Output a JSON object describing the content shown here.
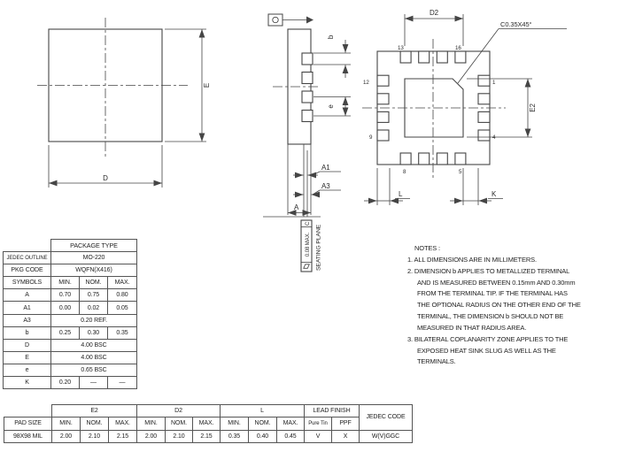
{
  "drawing": {
    "top_view": {
      "dim_d": "D",
      "dim_e": "E"
    },
    "side_view": {
      "dim_b": "b",
      "dim_e_pitch": "e",
      "dim_a1": "A1",
      "dim_a3": "A3",
      "dim_a": "A",
      "flatness_tolerance": "0.08 MAX.",
      "flatness_datum": "C",
      "seating_plane_label": "SEATING PLANE"
    },
    "bottom_view": {
      "dim_d2": "D2",
      "dim_e2": "E2",
      "dim_l": "L",
      "dim_k": "K",
      "chamfer_callout": "C0.35X45°",
      "pin_labels": [
        "13",
        "16",
        "12",
        "9",
        "1",
        "4",
        "8",
        "5"
      ]
    },
    "line_color": "#454545"
  },
  "package_table": {
    "title": "PACKAGE TYPE",
    "jedec_outline_label": "JEDEC OUTLINE",
    "jedec_outline_value": "MO-220",
    "pkg_code_label": "PKG CODE",
    "pkg_code_value": "WQFN(X416)",
    "symbols_label": "SYMBOLS",
    "col_labels": [
      "MIN.",
      "NOM.",
      "MAX."
    ],
    "rows": [
      {
        "sym": "A",
        "min": "0.70",
        "nom": "0.75",
        "max": "0.80"
      },
      {
        "sym": "A1",
        "min": "0.00",
        "nom": "0.02",
        "max": "0.05"
      },
      {
        "sym": "A3",
        "span": "0.20  REF."
      },
      {
        "sym": "b",
        "min": "0.25",
        "nom": "0.30",
        "max": "0.35"
      },
      {
        "sym": "D",
        "span": "4.00  BSC"
      },
      {
        "sym": "E",
        "span": "4.00  BSC"
      },
      {
        "sym": "e",
        "span": "0.65  BSC"
      },
      {
        "sym": "K",
        "min": "0.20",
        "nom": "—",
        "max": "—"
      }
    ]
  },
  "notes": {
    "lines": [
      "NOTES :",
      "1. ALL DIMENSIONS ARE IN MILLIMETERS.",
      "2. DIMENSION b APPLIES TO METALLIZED TERMINAL",
      "AND IS MEASURED BETWEEN 0.15mm AND 0.30mm",
      "FROM THE TERMINAL TIP. IF THE TERMINAL HAS",
      "THE OPTIONAL RADIUS ON THE OTHER END OF THE",
      "TERMINAL, THE DIMENSION b SHOULD NOT BE",
      "MEASURED IN THAT RADIUS AREA.",
      "3. BILATERAL COPLANARITY ZONE APPLIES TO THE",
      "EXPOSED HEAT SINK SLUG AS WELL AS THE",
      "TERMINALS."
    ]
  },
  "pad_table": {
    "pad_size_label": "PAD SIZE",
    "group_e2": "E2",
    "group_d2": "D2",
    "group_l": "L",
    "group_lead_finish": "LEAD FINISH",
    "group_jedec": "JEDEC CODE",
    "col_labels": [
      "MIN.",
      "NOM.",
      "MAX."
    ],
    "pure_tin_label": "Pure Tin",
    "ppf_label": "PPF",
    "row": {
      "pad_size": "98X98 MIL",
      "e2": [
        "2.00",
        "2.10",
        "2.15"
      ],
      "d2": [
        "2.00",
        "2.10",
        "2.15"
      ],
      "l": [
        "0.35",
        "0.40",
        "0.45"
      ],
      "pure_tin": "V",
      "ppf": "X",
      "jedec": "W(V)GGC"
    }
  }
}
